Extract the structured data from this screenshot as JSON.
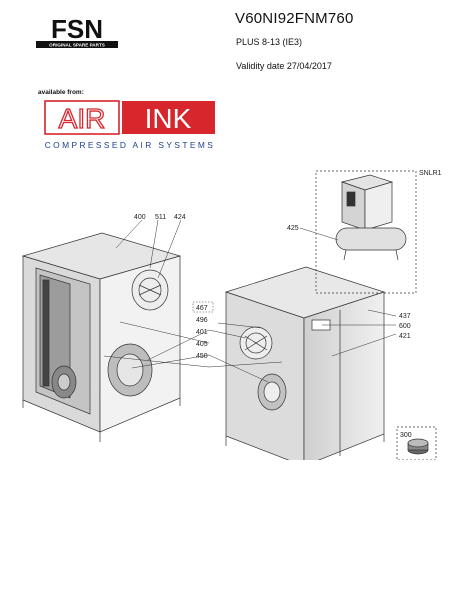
{
  "header": {
    "logo_text": "FSN",
    "logo_tagline": "ORIGINAL SPARE PARTS",
    "doc_code": "V60NI92FNM760",
    "model": "PLUS 8-13 (IE3)",
    "validity": "Validity date 27/04/2017"
  },
  "supplier": {
    "available_from": "available from:",
    "brand_left": "AIR",
    "brand_right": "INK",
    "tagline": "COMPRESSED AIR SYSTEMS"
  },
  "callouts": {
    "c400": "400",
    "c511": "511",
    "c424": "424",
    "c425": "425",
    "snlr1": "SNLR1",
    "c467": "467",
    "c496": "496",
    "c401": "401",
    "c405": "405",
    "c450": "450",
    "c437": "437",
    "c600": "600",
    "c421": "421",
    "c300": "300"
  },
  "colors": {
    "airlink_red": "#d8262d",
    "airlink_blue": "#1d3f8f"
  }
}
